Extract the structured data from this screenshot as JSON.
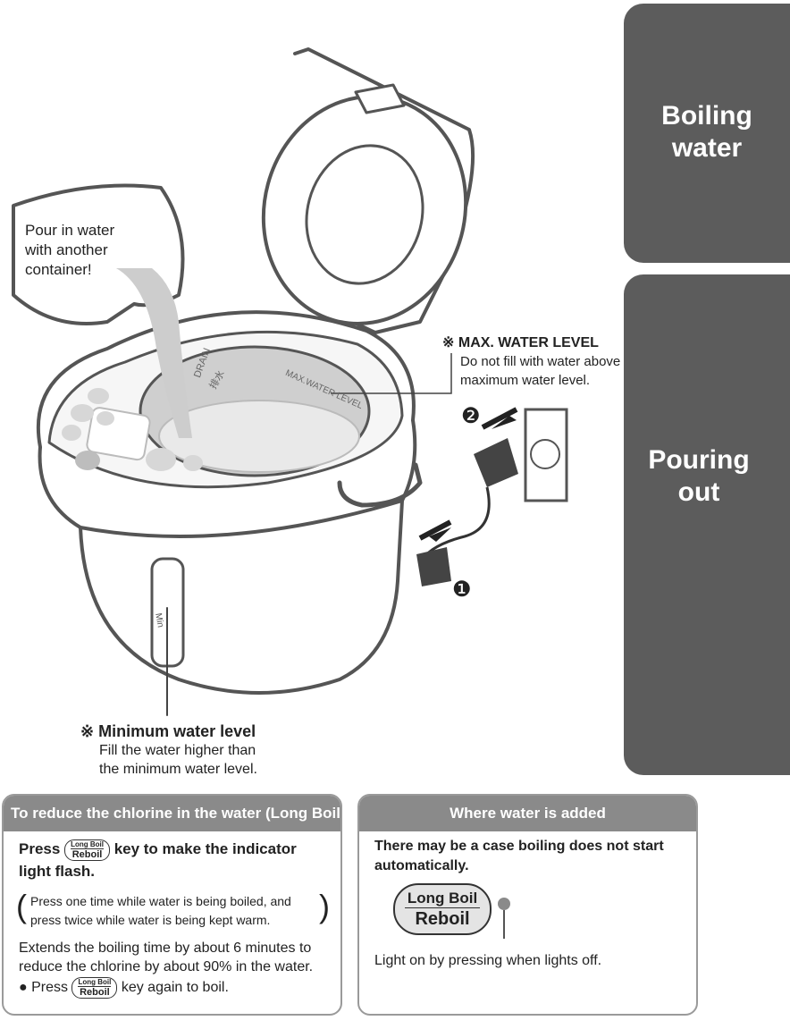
{
  "tabs": {
    "boiling": [
      "Boiling",
      "water"
    ],
    "pouring": [
      "Pouring",
      "out"
    ]
  },
  "illustration": {
    "pour_callout": [
      "Pour in water",
      "with another",
      "container!"
    ],
    "max_level_mark": "※",
    "max_level_title": "MAX. WATER LEVEL",
    "max_level_body": [
      "Do not fill with water above",
      "maximum water level."
    ],
    "inner_drain_label": "DRAIN",
    "inner_drain_cjk": "排水",
    "inner_max_label": "MAX.WATER LEVEL",
    "window_label": "Min",
    "step_two": "❷",
    "step_one": "❶",
    "min_level_mark": "※",
    "min_level_title": "Minimum water level",
    "min_level_body": [
      "Fill the water higher than",
      "the minimum water level."
    ]
  },
  "chlorine_box": {
    "header": "To reduce the chlorine in the water (Long Boil)",
    "press_word": "Press",
    "press_rest": "key to make the indicator",
    "press_line2": "light flash.",
    "key_top": "Long Boil",
    "key_bottom": "Reboil",
    "note_line1": "Press one time while water is being boiled, and",
    "note_line2": "press twice while water is being kept warm.",
    "extends_line1": "Extends the boiling time by about 6 minutes to",
    "extends_line2": "reduce the chlorine by about 90% in the water.",
    "bullet": "●",
    "bullet_press": "Press",
    "bullet_rest": "key again to boil."
  },
  "water_box": {
    "header": "Where water is added",
    "warning_line1": "There may be a case boiling does not start",
    "warning_line2": "automatically.",
    "key_top": "Long Boil",
    "key_bottom": "Reboil",
    "light_note": "Light on by pressing when lights off."
  }
}
